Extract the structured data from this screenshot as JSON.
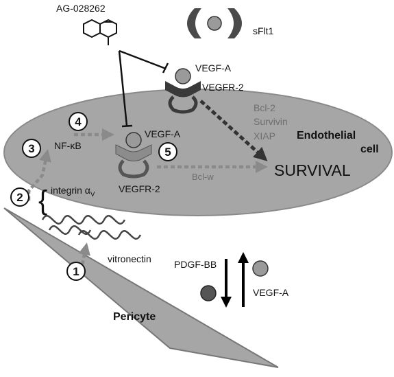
{
  "compound": "AG-028262",
  "sflt1": "sFlt1",
  "top_ligand": "VEGF-A",
  "top_receptor": "VEGFR-2",
  "mid_ligand": "VEGF-A",
  "mid_receptor": "VEGFR-2",
  "nfkb": "NF-κB",
  "integrin_prefix": "integrin α",
  "integrin_sub": "V",
  "vitronectin": "vitronectin",
  "antiapoptotic": [
    "Bcl-2",
    "Survivin",
    "XIAP"
  ],
  "bclw": "Bcl-w",
  "survival": "SURVIVAL",
  "endothelial": [
    "Endothelial",
    "cell"
  ],
  "pericyte": "Pericyte",
  "pdgf": "PDGF-BB",
  "vegfa_secreted": "VEGF-A",
  "steps": [
    "1",
    "2",
    "3",
    "4",
    "5"
  ],
  "colors": {
    "cell_fill": "#a6a6a6",
    "cell_stroke": "#8a8a8a",
    "receptor_dark": "#3a3a3a",
    "receptor_light": "#8c8c8c",
    "ligand": "#9a9a9a",
    "pdgf_ball": "#555555",
    "pathway_arrow": "#8a8a8a",
    "survival_arrow": "#333333"
  }
}
